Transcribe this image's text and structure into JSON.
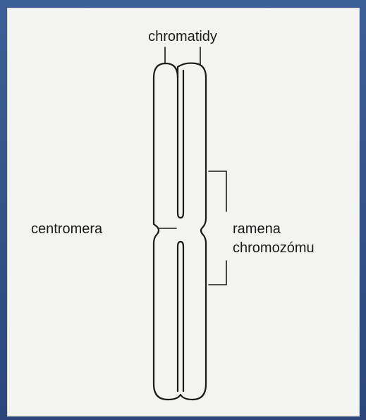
{
  "diagram": {
    "labels": {
      "chromatids": "chromatidy",
      "centromere": "centromera",
      "arms_line1": "ramena",
      "arms_line2": "chromozómu"
    }
  },
  "colors": {
    "frame": "#2f4f85",
    "paper": "#f3f3f1",
    "ink": "#1a1a1a"
  }
}
